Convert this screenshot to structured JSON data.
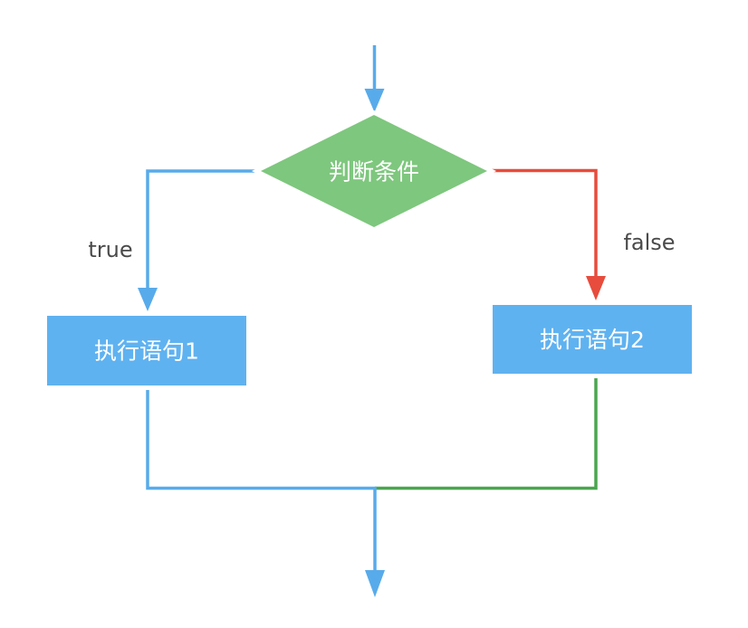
{
  "diagram": {
    "type": "flowchart",
    "nodes": {
      "decision": {
        "label": "判断条件",
        "shape": "diamond"
      },
      "statement1": {
        "label": "执行语句1",
        "shape": "rectangle"
      },
      "statement2": {
        "label": "执行语句2",
        "shape": "rectangle"
      }
    },
    "edges": {
      "true_label": "true",
      "false_label": "false"
    }
  },
  "colors": {
    "background": "#ffffff",
    "flow_blue": "#58ABEA",
    "box_fill": "#5FB2F0",
    "diamond_fill": "#7EC77E",
    "node_border": "#FFFFFF",
    "false_red": "#E74C3C",
    "merge_green": "#4AA650",
    "label_gray": "#4A4A4A",
    "node_text": "#FFFFFF"
  }
}
